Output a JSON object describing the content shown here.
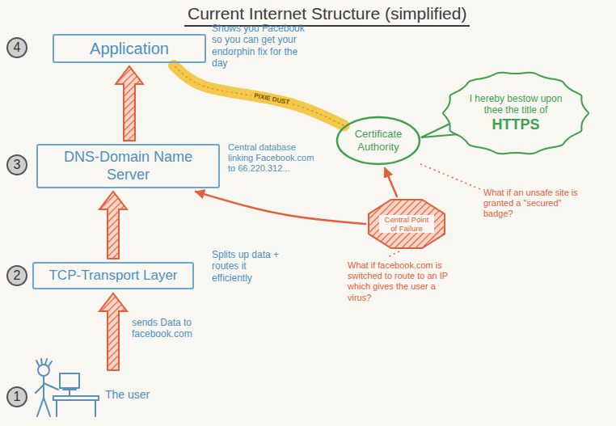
{
  "diagram": {
    "title": "Current Internet Structure (simplified)",
    "nodes": [
      {
        "text": [
          "Application"
        ]
      },
      {
        "text": [
          "DNS-Domain Name Server"
        ]
      },
      {
        "text": [
          "TCP-Transport Layer"
        ]
      },
      {
        "text": [
          "Certificate Authority"
        ]
      },
      {
        "text": [
          "I hereby bestow upon thee the title of",
          "HTTPS"
        ]
      },
      {
        "text": [
          "Central Point of Failure"
        ]
      }
    ],
    "edges": [
      {
        "from": 2,
        "to": 1,
        "arrow": "to"
      },
      {
        "from": 1,
        "to": 0,
        "arrow": "to"
      },
      {
        "from": 3,
        "to": 0,
        "arrow": "none",
        "label": "PIXIE DUST"
      },
      {
        "from": 5,
        "to": 3,
        "arrow": "to"
      },
      {
        "from": 5,
        "to": 1,
        "arrow": "to"
      }
    ],
    "labels": [
      "4",
      "Shows you Facebook so you can get your endorphin fix for the day",
      "3",
      "Central database linking Facebook.com to 66.220.312...",
      "2",
      "Splits up data + routes it efficiently",
      "sends Data to facebook.com",
      "1",
      "The user",
      "What if an unsafe site is granted a \"secured\" badge?",
      "What if facebook.com is switched to route to an IP which gives the user a virus?"
    ]
  }
}
